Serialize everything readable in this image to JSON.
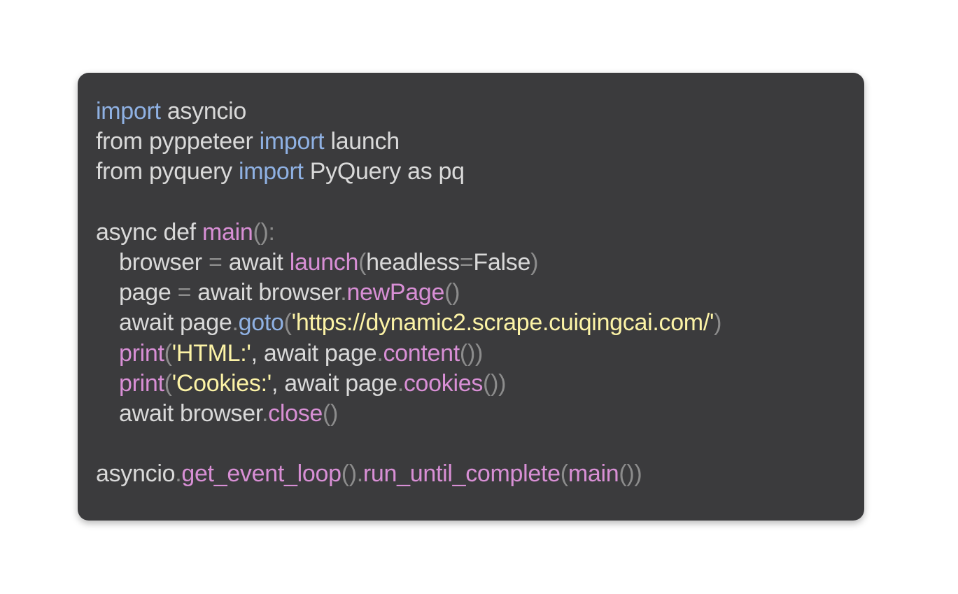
{
  "theme": {
    "card_background": "#3b3b3d",
    "page_background": "#ffffff",
    "colors": {
      "text": "#d9d9d9",
      "keyword": "#8fb1e3",
      "function": "#d88fd5",
      "punctuation": "#8c8c8c",
      "string": "#fcf3a6"
    }
  },
  "code": {
    "language": "python",
    "lines": [
      {
        "indent": 0,
        "tokens": [
          {
            "t": "kw",
            "v": "import"
          },
          {
            "t": "tx",
            "v": " asyncio"
          }
        ]
      },
      {
        "indent": 0,
        "tokens": [
          {
            "t": "tx",
            "v": "from pyppeteer "
          },
          {
            "t": "kw",
            "v": "import"
          },
          {
            "t": "tx",
            "v": " launch"
          }
        ]
      },
      {
        "indent": 0,
        "tokens": [
          {
            "t": "tx",
            "v": "from pyquery "
          },
          {
            "t": "kw",
            "v": "import"
          },
          {
            "t": "tx",
            "v": " PyQuery as pq"
          }
        ]
      },
      {
        "indent": 0,
        "tokens": []
      },
      {
        "indent": 0,
        "tokens": [
          {
            "t": "tx",
            "v": "async def "
          },
          {
            "t": "fn",
            "v": "main"
          },
          {
            "t": "pn",
            "v": "():"
          }
        ]
      },
      {
        "indent": 1,
        "tokens": [
          {
            "t": "tx",
            "v": "browser "
          },
          {
            "t": "pn",
            "v": "="
          },
          {
            "t": "tx",
            "v": " await "
          },
          {
            "t": "fn",
            "v": "launch"
          },
          {
            "t": "pn",
            "v": "("
          },
          {
            "t": "tx",
            "v": "headless"
          },
          {
            "t": "pn",
            "v": "="
          },
          {
            "t": "tx",
            "v": "False"
          },
          {
            "t": "pn",
            "v": ")"
          }
        ]
      },
      {
        "indent": 1,
        "tokens": [
          {
            "t": "tx",
            "v": "page "
          },
          {
            "t": "pn",
            "v": "="
          },
          {
            "t": "tx",
            "v": " await browser"
          },
          {
            "t": "pn",
            "v": "."
          },
          {
            "t": "fn",
            "v": "newPage"
          },
          {
            "t": "pn",
            "v": "()"
          }
        ]
      },
      {
        "indent": 1,
        "tokens": [
          {
            "t": "tx",
            "v": "await page"
          },
          {
            "t": "pn",
            "v": "."
          },
          {
            "t": "kw",
            "v": "goto"
          },
          {
            "t": "pn",
            "v": "("
          },
          {
            "t": "str",
            "v": "'https://dynamic2.scrape.cuiqingcai.com/'"
          },
          {
            "t": "pn",
            "v": ")"
          }
        ]
      },
      {
        "indent": 1,
        "tokens": [
          {
            "t": "fn",
            "v": "print"
          },
          {
            "t": "pn",
            "v": "("
          },
          {
            "t": "str",
            "v": "'HTML:'"
          },
          {
            "t": "tx",
            "v": ", await page"
          },
          {
            "t": "pn",
            "v": "."
          },
          {
            "t": "fn",
            "v": "content"
          },
          {
            "t": "pn",
            "v": "())"
          }
        ]
      },
      {
        "indent": 1,
        "tokens": [
          {
            "t": "fn",
            "v": "print"
          },
          {
            "t": "pn",
            "v": "("
          },
          {
            "t": "str",
            "v": "'Cookies:'"
          },
          {
            "t": "tx",
            "v": ", await page"
          },
          {
            "t": "pn",
            "v": "."
          },
          {
            "t": "fn",
            "v": "cookies"
          },
          {
            "t": "pn",
            "v": "())"
          }
        ]
      },
      {
        "indent": 1,
        "tokens": [
          {
            "t": "tx",
            "v": "await browser"
          },
          {
            "t": "pn",
            "v": "."
          },
          {
            "t": "fn",
            "v": "close"
          },
          {
            "t": "pn",
            "v": "()"
          }
        ]
      },
      {
        "indent": 0,
        "tokens": []
      },
      {
        "indent": 0,
        "tokens": [
          {
            "t": "tx",
            "v": "asyncio"
          },
          {
            "t": "pn",
            "v": "."
          },
          {
            "t": "fn",
            "v": "get_event_loop"
          },
          {
            "t": "pn",
            "v": "()."
          },
          {
            "t": "fn",
            "v": "run_until_complete"
          },
          {
            "t": "pn",
            "v": "("
          },
          {
            "t": "fn",
            "v": "main"
          },
          {
            "t": "pn",
            "v": "())"
          }
        ]
      }
    ]
  }
}
